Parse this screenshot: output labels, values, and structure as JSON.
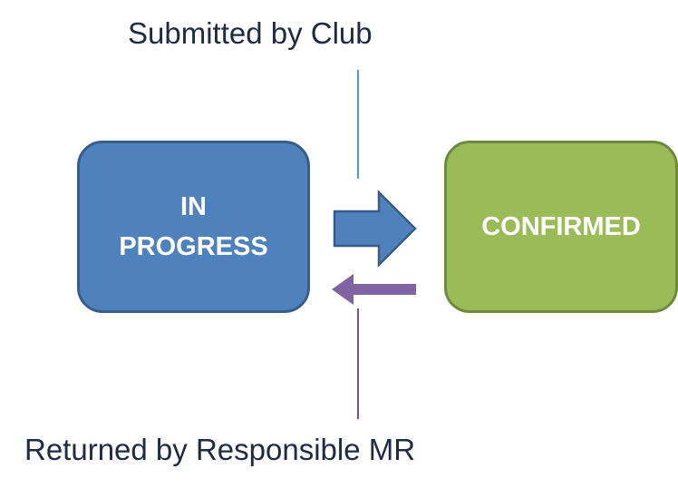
{
  "diagram": {
    "top_label": "Submitted by Club",
    "bottom_label": "Returned by Responsible MR",
    "states": {
      "in_progress": {
        "line1": "IN",
        "line2": "PROGRESS"
      },
      "confirmed": {
        "label": "CONFIRMED"
      }
    }
  },
  "colors": {
    "in_progress_fill": "#4f81bd",
    "in_progress_border": "#385d8a",
    "confirmed_fill": "#9bbb59",
    "confirmed_border": "#71893f",
    "forward_arrow": "#4f81bd",
    "return_arrow": "#8064a2",
    "top_connector": "#4a9ad4",
    "bottom_connector": "#7a4e99"
  }
}
